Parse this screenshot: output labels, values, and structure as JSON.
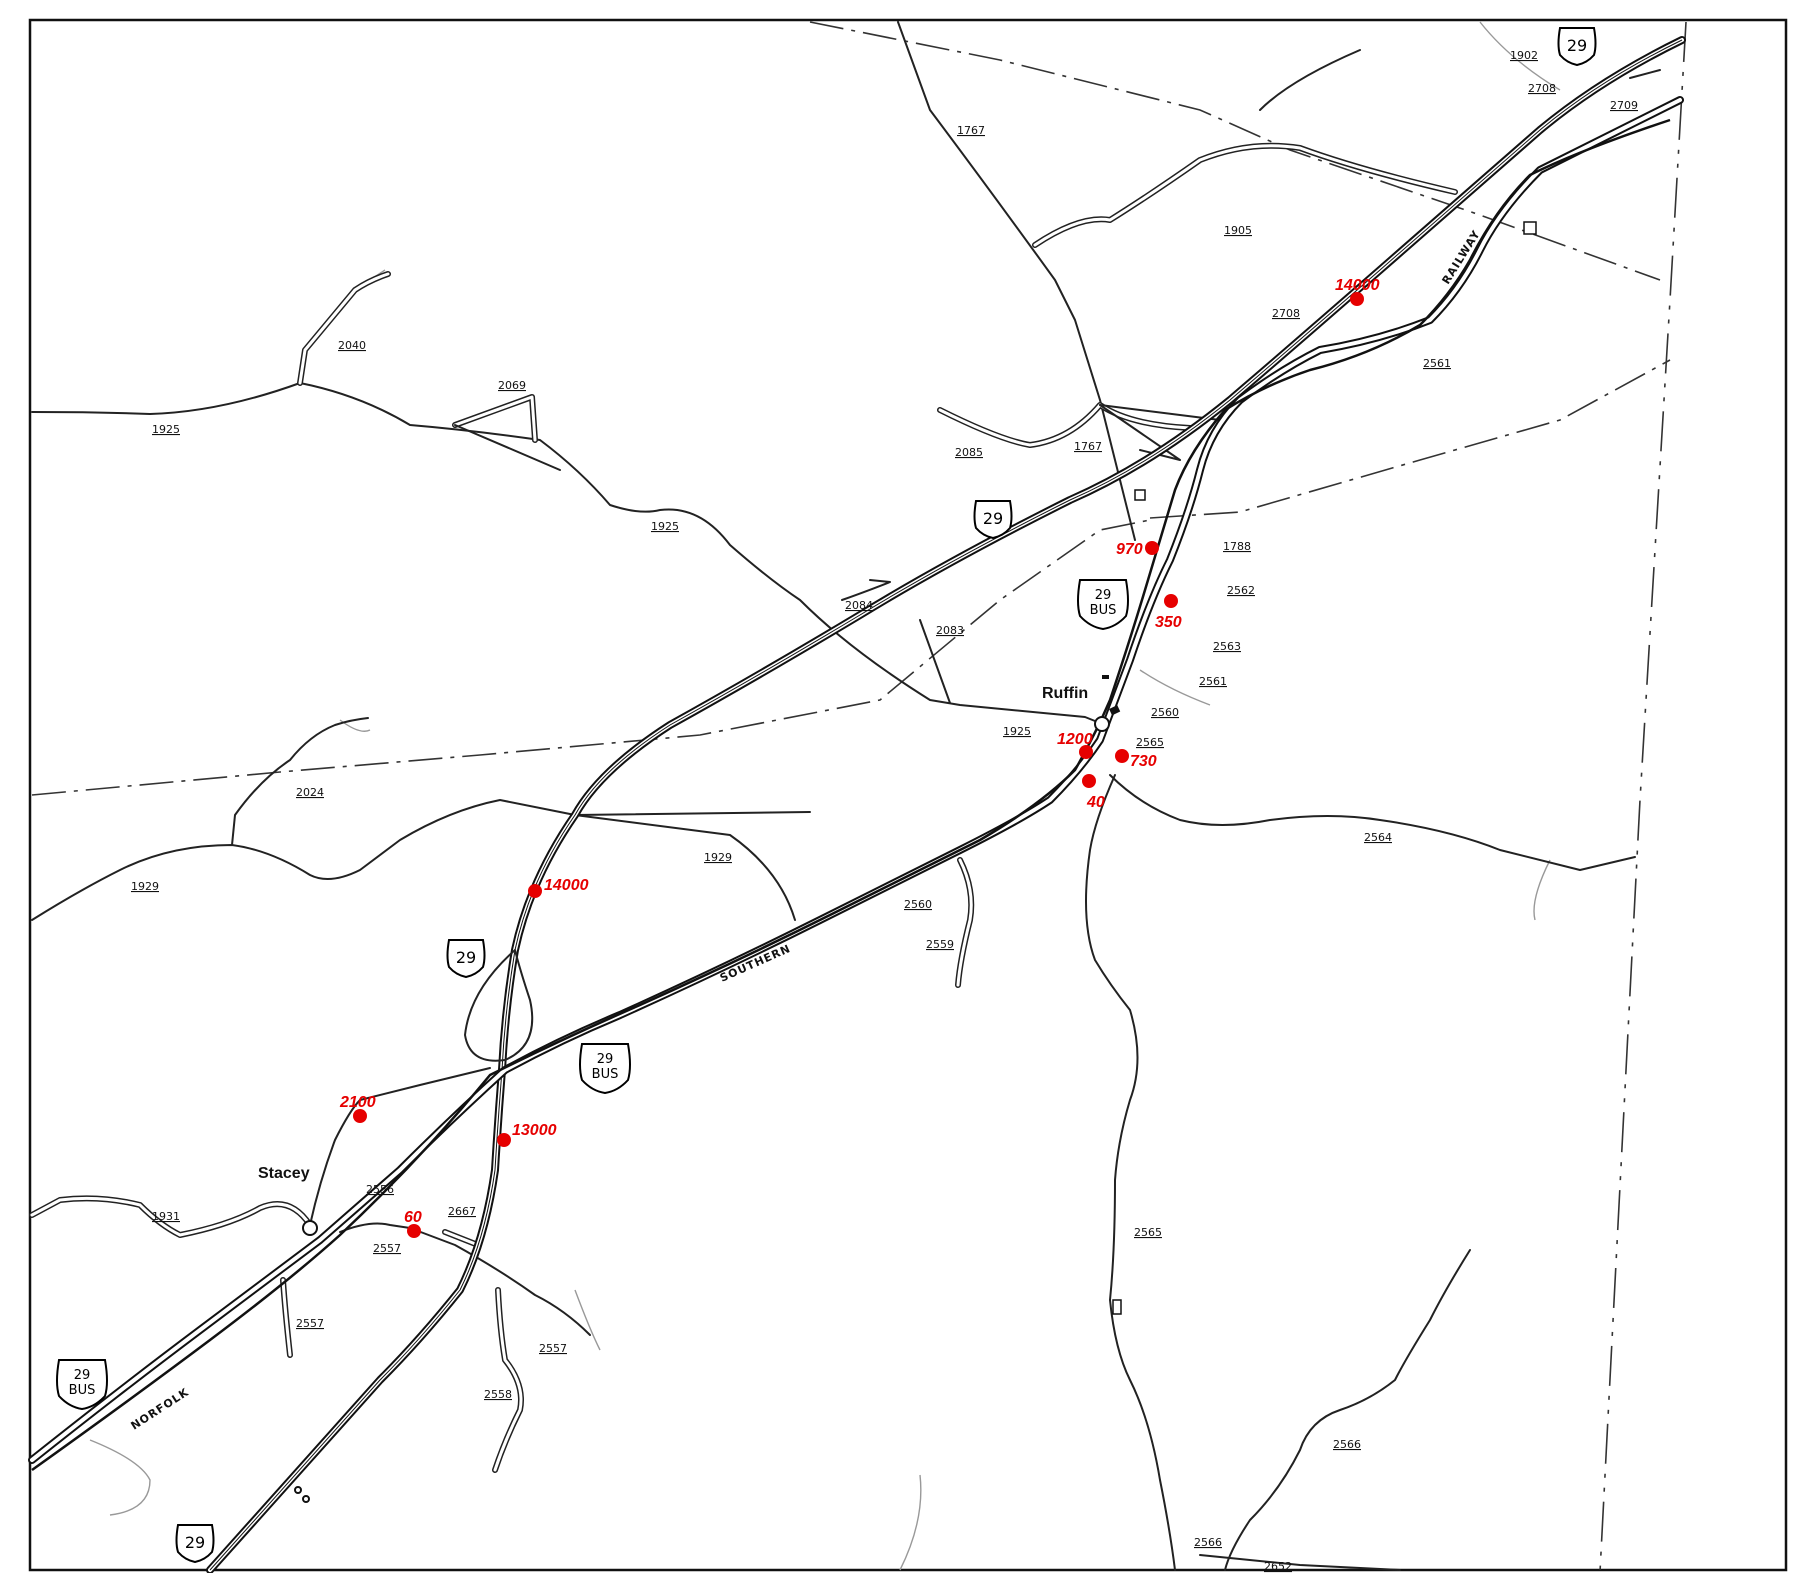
{
  "places": [
    {
      "id": "ruffin",
      "label": "Ruffin"
    },
    {
      "id": "stacey",
      "label": "Stacey"
    }
  ],
  "railway_labels": {
    "railway": "RAILWAY",
    "southern": "SOUTHERN",
    "norfolk": "NORFOLK"
  },
  "shields": {
    "us29": "29",
    "bus_num": "29",
    "bus_word": "BUS"
  },
  "traffic_counts": [
    {
      "id": "c14000-ne",
      "value": "14000"
    },
    {
      "id": "c970",
      "value": "970"
    },
    {
      "id": "c350",
      "value": "350"
    },
    {
      "id": "c1200",
      "value": "1200"
    },
    {
      "id": "c730",
      "value": "730"
    },
    {
      "id": "c40",
      "value": "40"
    },
    {
      "id": "c14000-w",
      "value": "14000"
    },
    {
      "id": "c2100",
      "value": "2100"
    },
    {
      "id": "c13000",
      "value": "13000"
    },
    {
      "id": "c60",
      "value": "60"
    }
  ],
  "route_numbers": {
    "r1902": "1902",
    "r2708a": "2708",
    "r2709": "2709",
    "r1767a": "1767",
    "r1905": "1905",
    "r2708b": "2708",
    "r2561a": "2561",
    "r2040": "2040",
    "r2069": "2069",
    "r1925a": "1925",
    "r2085": "2085",
    "r1767b": "1767",
    "r1925b": "1925",
    "r1788": "1788",
    "r2562": "2562",
    "r2084": "2084",
    "r2083": "2083",
    "r2563": "2563",
    "r2561b": "2561",
    "r2560a": "2560",
    "r1925c": "1925",
    "r2565a": "2565",
    "r2024": "2024",
    "r2564": "2564",
    "r1929a": "1929",
    "r1929b": "1929",
    "r2560b": "2560",
    "r2559": "2559",
    "r2556": "2556",
    "r1931": "1931",
    "r2667": "2667",
    "r2557a": "2557",
    "r2565b": "2565",
    "r2557b": "2557",
    "r2557c": "2557",
    "r2558": "2558",
    "r2566a": "2566",
    "r2566b": "2566",
    "r2652": "2652"
  }
}
